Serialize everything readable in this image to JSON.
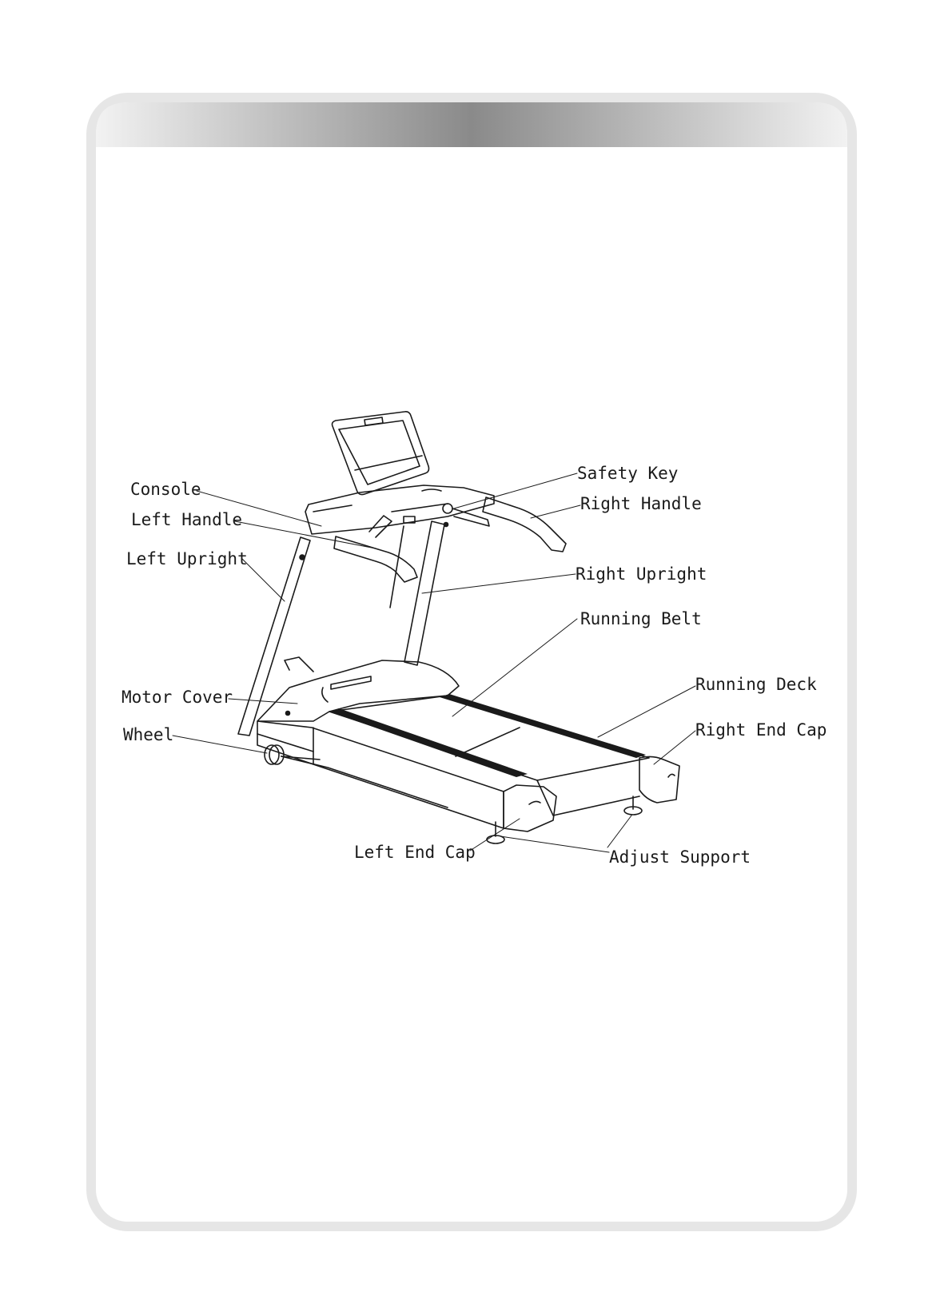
{
  "colors": {
    "frame_border": "#e6e6e6",
    "header_dark": "#8a8a8a",
    "line": "#1a1a1a",
    "belt": "#1a1a1a"
  },
  "labels": {
    "console": "Console",
    "left_handle": "Left Handle",
    "left_upright": "Left Upright",
    "motor_cover": "Motor Cover",
    "wheel": "Wheel",
    "left_end_cap": "Left End Cap",
    "safety_key": "Safety Key",
    "right_handle": "Right Handle",
    "right_upright": "Right Upright",
    "running_belt": "Running Belt",
    "running_deck": "Running Deck",
    "right_end_cap": "Right End Cap",
    "adjust_support": "Adjust Support"
  }
}
